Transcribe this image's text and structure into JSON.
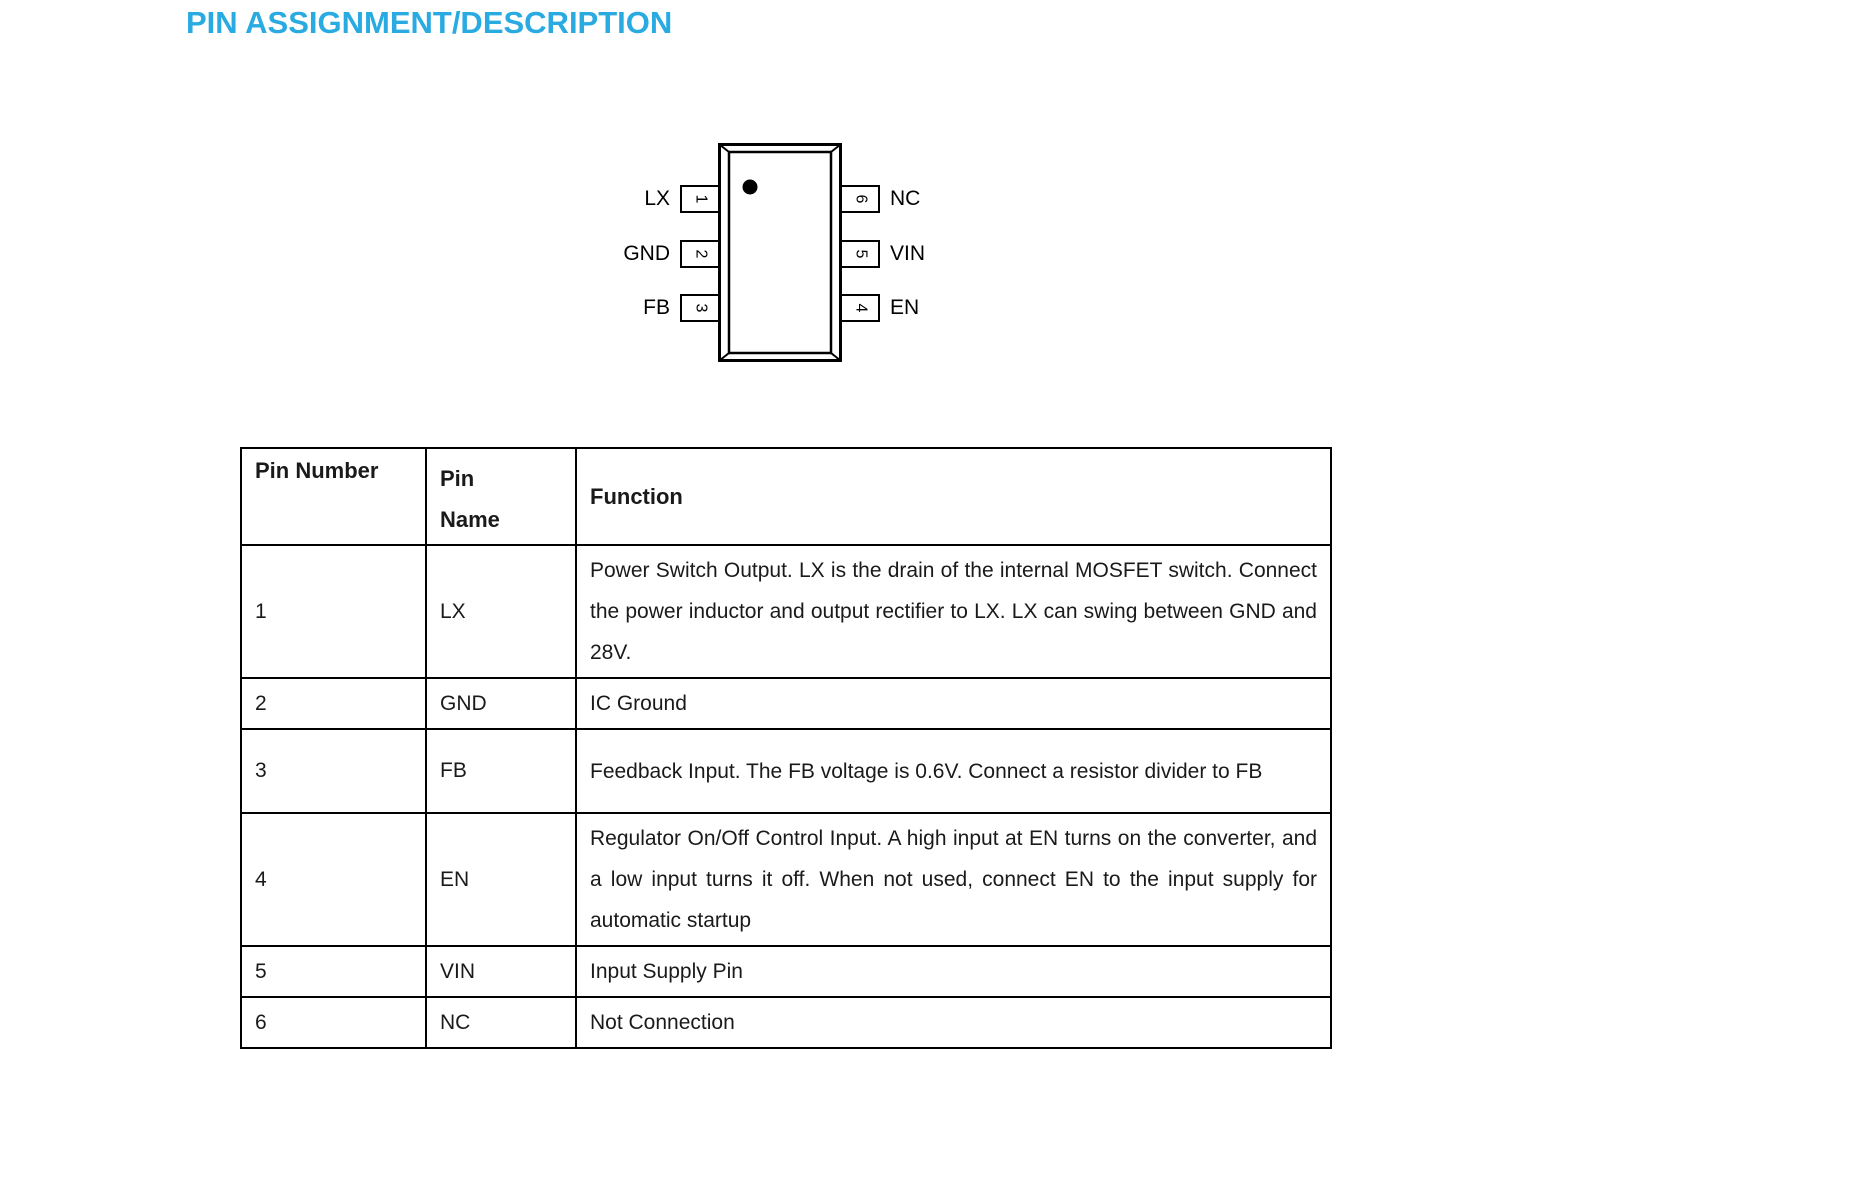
{
  "page": {
    "title": "PIN ASSIGNMENT/DESCRIPTION"
  },
  "colors": {
    "title_accent": "#29abe2",
    "line": "#000000",
    "text": "#1a1a1a"
  },
  "diagram": {
    "package_marker": "pin-1-dot",
    "left_pins": [
      {
        "number": "1",
        "label": "LX"
      },
      {
        "number": "2",
        "label": "GND"
      },
      {
        "number": "3",
        "label": "FB"
      }
    ],
    "right_pins": [
      {
        "number": "6",
        "label": "NC"
      },
      {
        "number": "5",
        "label": "VIN"
      },
      {
        "number": "4",
        "label": "EN"
      }
    ]
  },
  "table": {
    "headers": [
      "Pin Number",
      "Pin\nName",
      "Function"
    ],
    "rows": [
      {
        "number": "1",
        "name": "LX",
        "function": "Power Switch Output. LX is the drain of the internal MOSFET switch. Connect the power inductor and output rectifier to LX. LX can swing between GND and 28V."
      },
      {
        "number": "2",
        "name": "GND",
        "function": "IC Ground"
      },
      {
        "number": "3",
        "name": "FB",
        "function": "Feedback Input. The FB voltage is 0.6V. Connect a resistor divider to FB"
      },
      {
        "number": "4",
        "name": "EN",
        "function": "Regulator On/Off Control Input. A high input at EN turns on the converter, and a low input turns it off. When not used, connect EN to the input supply for automatic startup"
      },
      {
        "number": "5",
        "name": "VIN",
        "function": "Input Supply Pin"
      },
      {
        "number": "6",
        "name": "NC",
        "function": "Not Connection"
      }
    ]
  }
}
